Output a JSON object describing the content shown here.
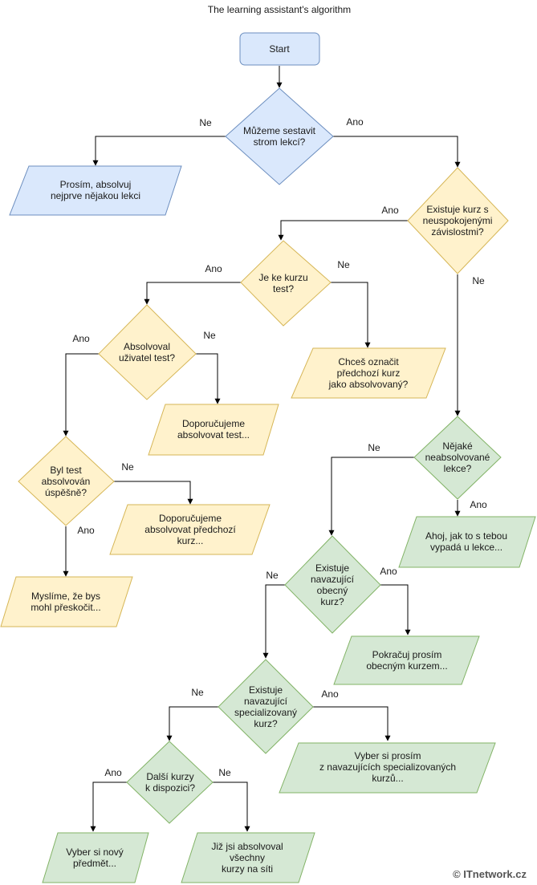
{
  "title": "The learning assistant's algorithm",
  "watermark": "© ITnetwork.cz",
  "colors": {
    "blue_fill": "#dae8fc",
    "blue_stroke": "#6c8ebf",
    "yellow_fill": "#fff2cc",
    "yellow_stroke": "#d6b656",
    "green_fill": "#d5e8d4",
    "green_stroke": "#82b366"
  },
  "nodes": {
    "start": [
      "Start"
    ],
    "d_tree": [
      "Můžeme sestavit",
      "strom lekcí?"
    ],
    "p_absolve_lesson": [
      "Prosím, absolvuj",
      "nejprve nějakou lekci"
    ],
    "d_unsatisfied": [
      "Existuje kurz s",
      "neuspokojenými",
      "závislostmi?"
    ],
    "d_test": [
      "Je ke kurzu",
      "test?"
    ],
    "d_user_test": [
      "Absolvoval",
      "uživatel test?"
    ],
    "p_mark_prev": [
      "Chceš označit",
      "předchozí kurz",
      "jako absolvovaný?"
    ],
    "p_recommend_test": [
      "Doporučujeme",
      "absolvovat test..."
    ],
    "d_passed": [
      "Byl test",
      "absolvován",
      "úspěšně?"
    ],
    "p_recommend_prev": [
      "Doporučujeme",
      "absolvovat předchozí",
      "kurz..."
    ],
    "p_skip": [
      "Myslíme, že bys",
      "mohl přeskočit..."
    ],
    "d_unfinished": [
      "Nějaké",
      "neabsolvované",
      "lekce?"
    ],
    "p_hello": [
      "Ahoj, jak to s tebou",
      "vypadá u lekce..."
    ],
    "d_general": [
      "Existuje",
      "navazující",
      "obecný",
      "kurz?"
    ],
    "p_continue_general": [
      "Pokračuj prosím",
      "obecným kurzem..."
    ],
    "d_special": [
      "Existuje",
      "navazující",
      "specializovaný",
      "kurz?"
    ],
    "p_choose_special": [
      "Vyber si prosím",
      "z navazujících specializovaných",
      "kurzů..."
    ],
    "d_more": [
      "Další kurzy",
      "k dispozici?"
    ],
    "p_new_subject": [
      "Vyber si nový",
      "předmět..."
    ],
    "p_all_done": [
      "Již jsi absolvoval",
      "všechny",
      "kurzy na síti"
    ]
  },
  "edge_labels": {
    "tree_no": "Ne",
    "tree_yes": "Ano",
    "unsat_yes": "Ano",
    "unsat_no": "Ne",
    "test_yes": "Ano",
    "test_no": "Ne",
    "usertest_yes": "Ano",
    "usertest_no": "Ne",
    "passed_no": "Ne",
    "passed_yes": "Ano",
    "unfinished_no": "Ne",
    "unfinished_yes": "Ano",
    "general_no": "Ne",
    "general_yes": "Ano",
    "special_no": "Ne",
    "special_yes": "Ano",
    "more_yes": "Ano",
    "more_no": "Ne"
  }
}
